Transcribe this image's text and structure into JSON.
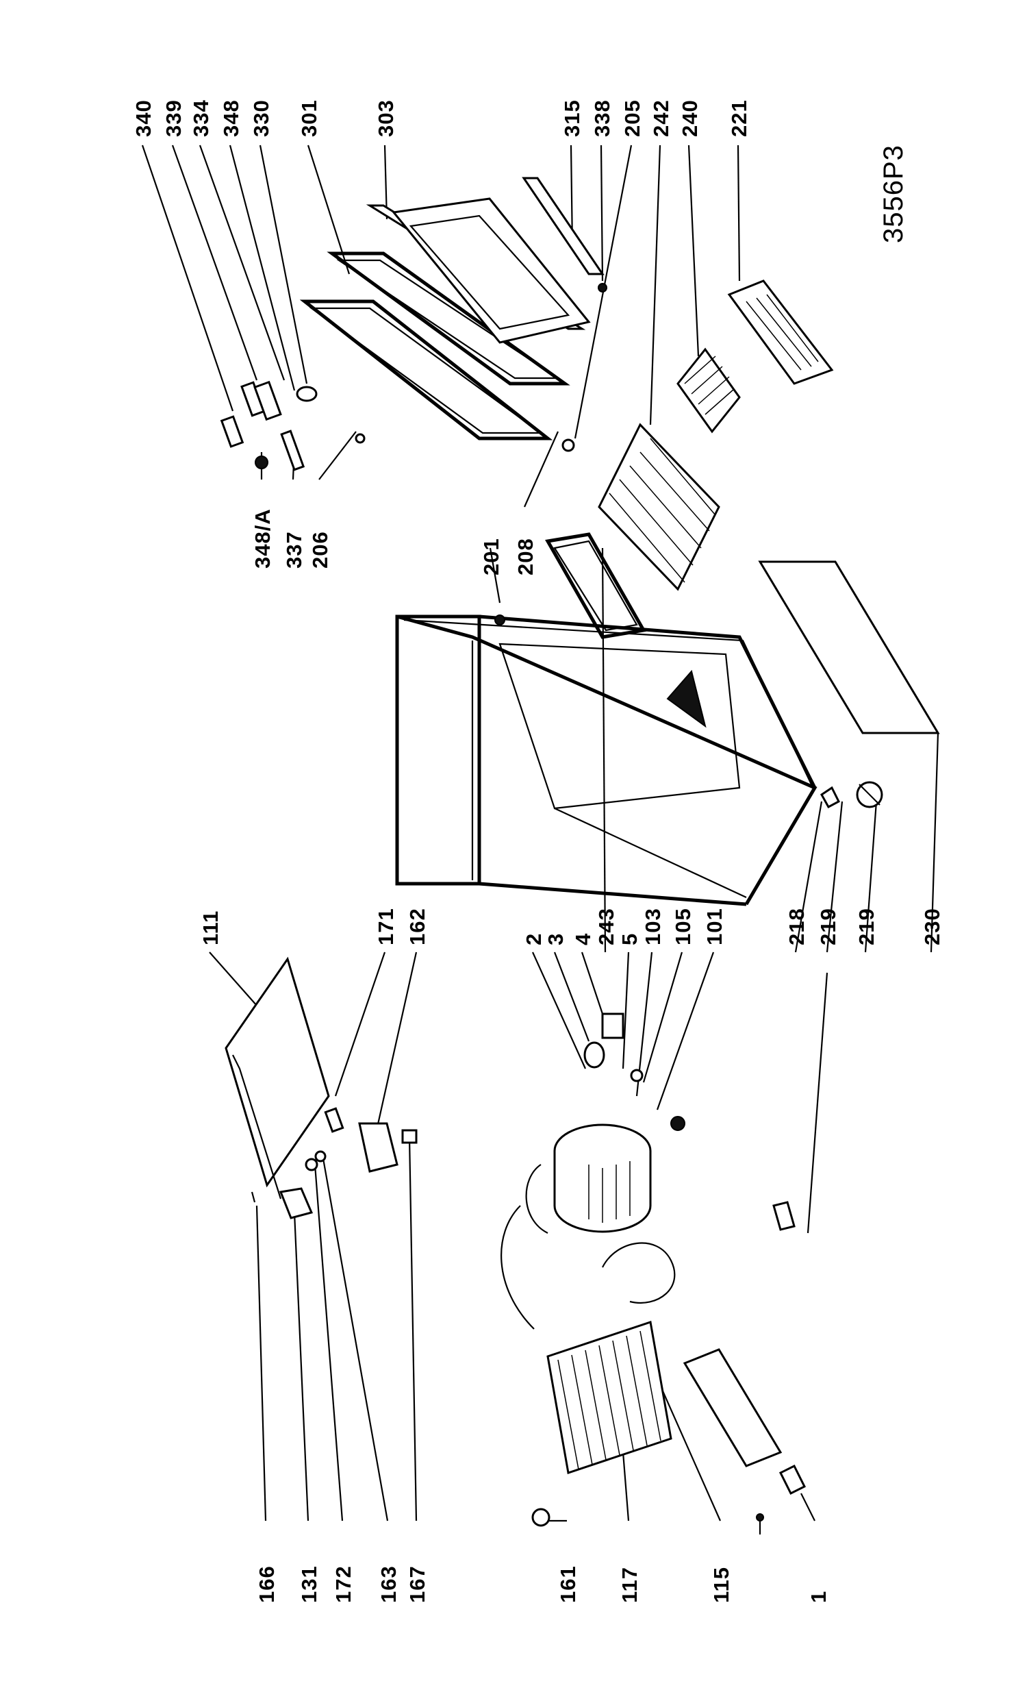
{
  "drawing_code": "3556P3",
  "labels": {
    "l340": "340",
    "l339": "339",
    "l334": "334",
    "l348": "348",
    "l330": "330",
    "l301": "301",
    "l303": "303",
    "l315": "315",
    "l338": "338",
    "l205": "205",
    "l242": "242",
    "l240": "240",
    "l221": "221",
    "l348a": "348/A",
    "l337": "337",
    "l206": "206",
    "l201": "201",
    "l208": "208",
    "l111": "111",
    "l171": "171",
    "l162": "162",
    "l2": "2",
    "l3": "3",
    "l4": "4",
    "l243": "243",
    "l5": "5",
    "l103": "103",
    "l105": "105",
    "l101": "101",
    "l218": "218",
    "l219a": "219",
    "l219b": "219",
    "l230": "230",
    "l166": "166",
    "l131": "131",
    "l172": "172",
    "l163": "163",
    "l167": "167",
    "l161": "161",
    "l117": "117",
    "l115": "115",
    "l1": "1"
  }
}
